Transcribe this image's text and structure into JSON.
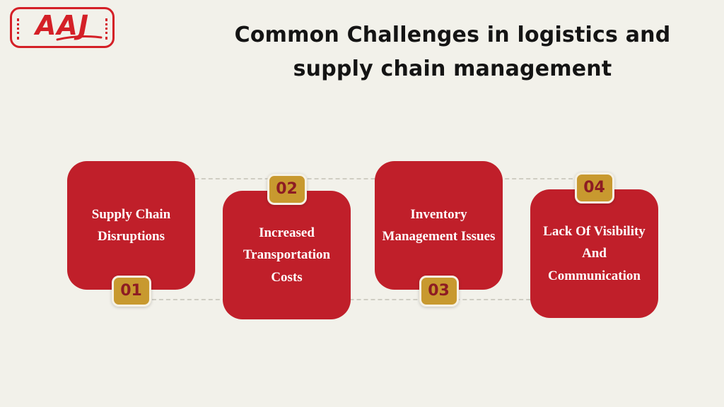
{
  "logo": {
    "text": "AAJ"
  },
  "title": {
    "line1": "Common Challenges in logistics and",
    "line2": "supply chain management"
  },
  "cards": [
    {
      "number": "01",
      "label": "Supply Chain Disruptions",
      "badge_position": "bottom"
    },
    {
      "number": "02",
      "label": "Increased Transportation Costs",
      "badge_position": "top"
    },
    {
      "number": "03",
      "label": "Inventory Management Issues",
      "badge_position": "bottom"
    },
    {
      "number": "04",
      "label": "Lack Of Visibility And Communication",
      "badge_position": "top"
    }
  ],
  "colors": {
    "background": "#f2f1ea",
    "card_red": "#c01f2a",
    "badge_gold": "#c8992f",
    "badge_number_text": "#8d1c23",
    "title_text": "#141414",
    "card_text": "#ffffff",
    "logo_red": "#d42027",
    "connector_gray": "#cfcdc3"
  }
}
